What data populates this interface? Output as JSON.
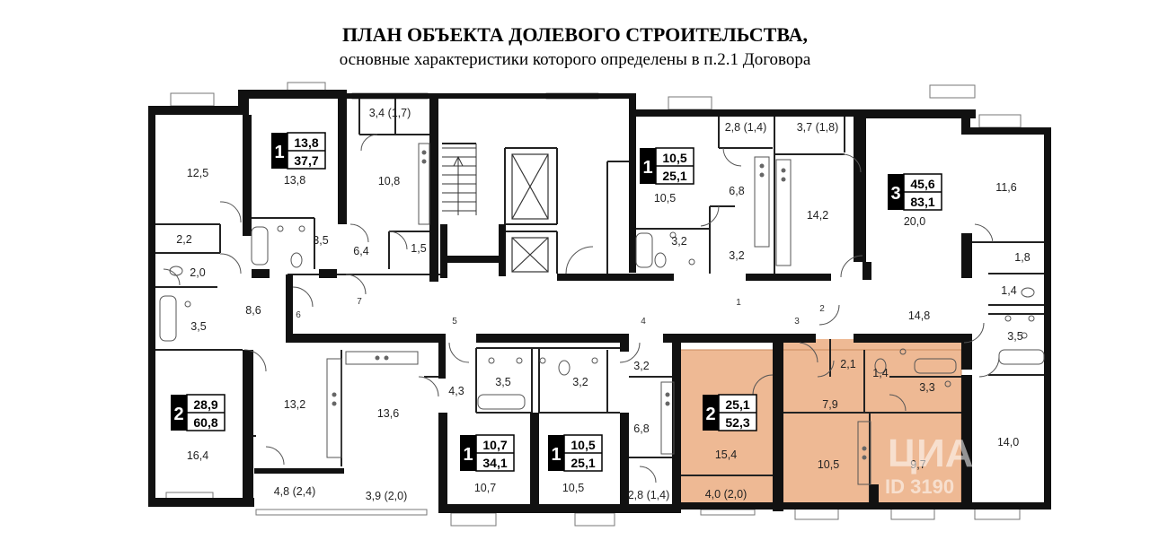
{
  "header": {
    "title": "ПЛАН ОБЪЕКТА ДОЛЕВОГО СТРОИТЕЛЬСТВА,",
    "subtitle": "основные характеристики которого определены в п.2.1 Договора"
  },
  "colors": {
    "wall": "#111111",
    "highlight": "#eeb994",
    "highlight_border": "#c98a5e",
    "fixture": "#555555"
  },
  "apartments": [
    {
      "id": "a1",
      "rooms": "1",
      "living": "13,8",
      "total": "37,7"
    },
    {
      "id": "a2",
      "rooms": "1",
      "living": "10,5",
      "total": "25,1"
    },
    {
      "id": "a3",
      "rooms": "3",
      "living": "45,6",
      "total": "83,1"
    },
    {
      "id": "a4",
      "rooms": "2",
      "living": "28,9",
      "total": "60,8"
    },
    {
      "id": "a5",
      "rooms": "1",
      "living": "10,7",
      "total": "34,1"
    },
    {
      "id": "a6",
      "rooms": "1",
      "living": "10,5",
      "total": "25,1"
    },
    {
      "id": "a7",
      "rooms": "2",
      "living": "25,1",
      "total": "52,3",
      "highlighted": true
    }
  ],
  "room_areas": {
    "r1": "12,5",
    "r2": "2,2",
    "r3": "2,0",
    "r4": "3,5",
    "r5": "8,6",
    "r6": "13,8",
    "r7": "3,5",
    "r8": "3,4 (1,7)",
    "r9": "10,8",
    "r10": "6,4",
    "r11": "1,5",
    "r12": "10,5",
    "r13": "3,2",
    "r14": "2,8 (1,4)",
    "r15": "6,8",
    "r16": "3,2",
    "r17": "3,7 (1,8)",
    "r18": "14,2",
    "r19": "20,0",
    "r20": "11,6",
    "r21": "1,8",
    "r22": "1,4",
    "r23": "3,5",
    "r24": "14,8",
    "r25": "16,4",
    "r26": "13,2",
    "r27": "4,8 (2,4)",
    "r28": "13,6",
    "r29": "3,9 (2,0)",
    "r30": "4,3",
    "r31": "3,5",
    "r32": "10,7",
    "r33": "3,2",
    "r34": "10,5",
    "r35": "3,2",
    "r36": "6,8",
    "r37": "2,8 (1,4)",
    "r38": "15,4",
    "r39": "4,0 (2,0)",
    "r40": "2,1",
    "r41": "1,4",
    "r42": "3,3",
    "r43": "7,9",
    "r44": "10,5",
    "r45": "9,7",
    "r46": "14,0"
  },
  "doors": {
    "d1": "1",
    "d2": "2",
    "d3": "3",
    "d4": "4",
    "d5": "5",
    "d6": "6",
    "d7": "7"
  },
  "watermark": {
    "text": "ЦИАН",
    "id": "ID 3190"
  }
}
